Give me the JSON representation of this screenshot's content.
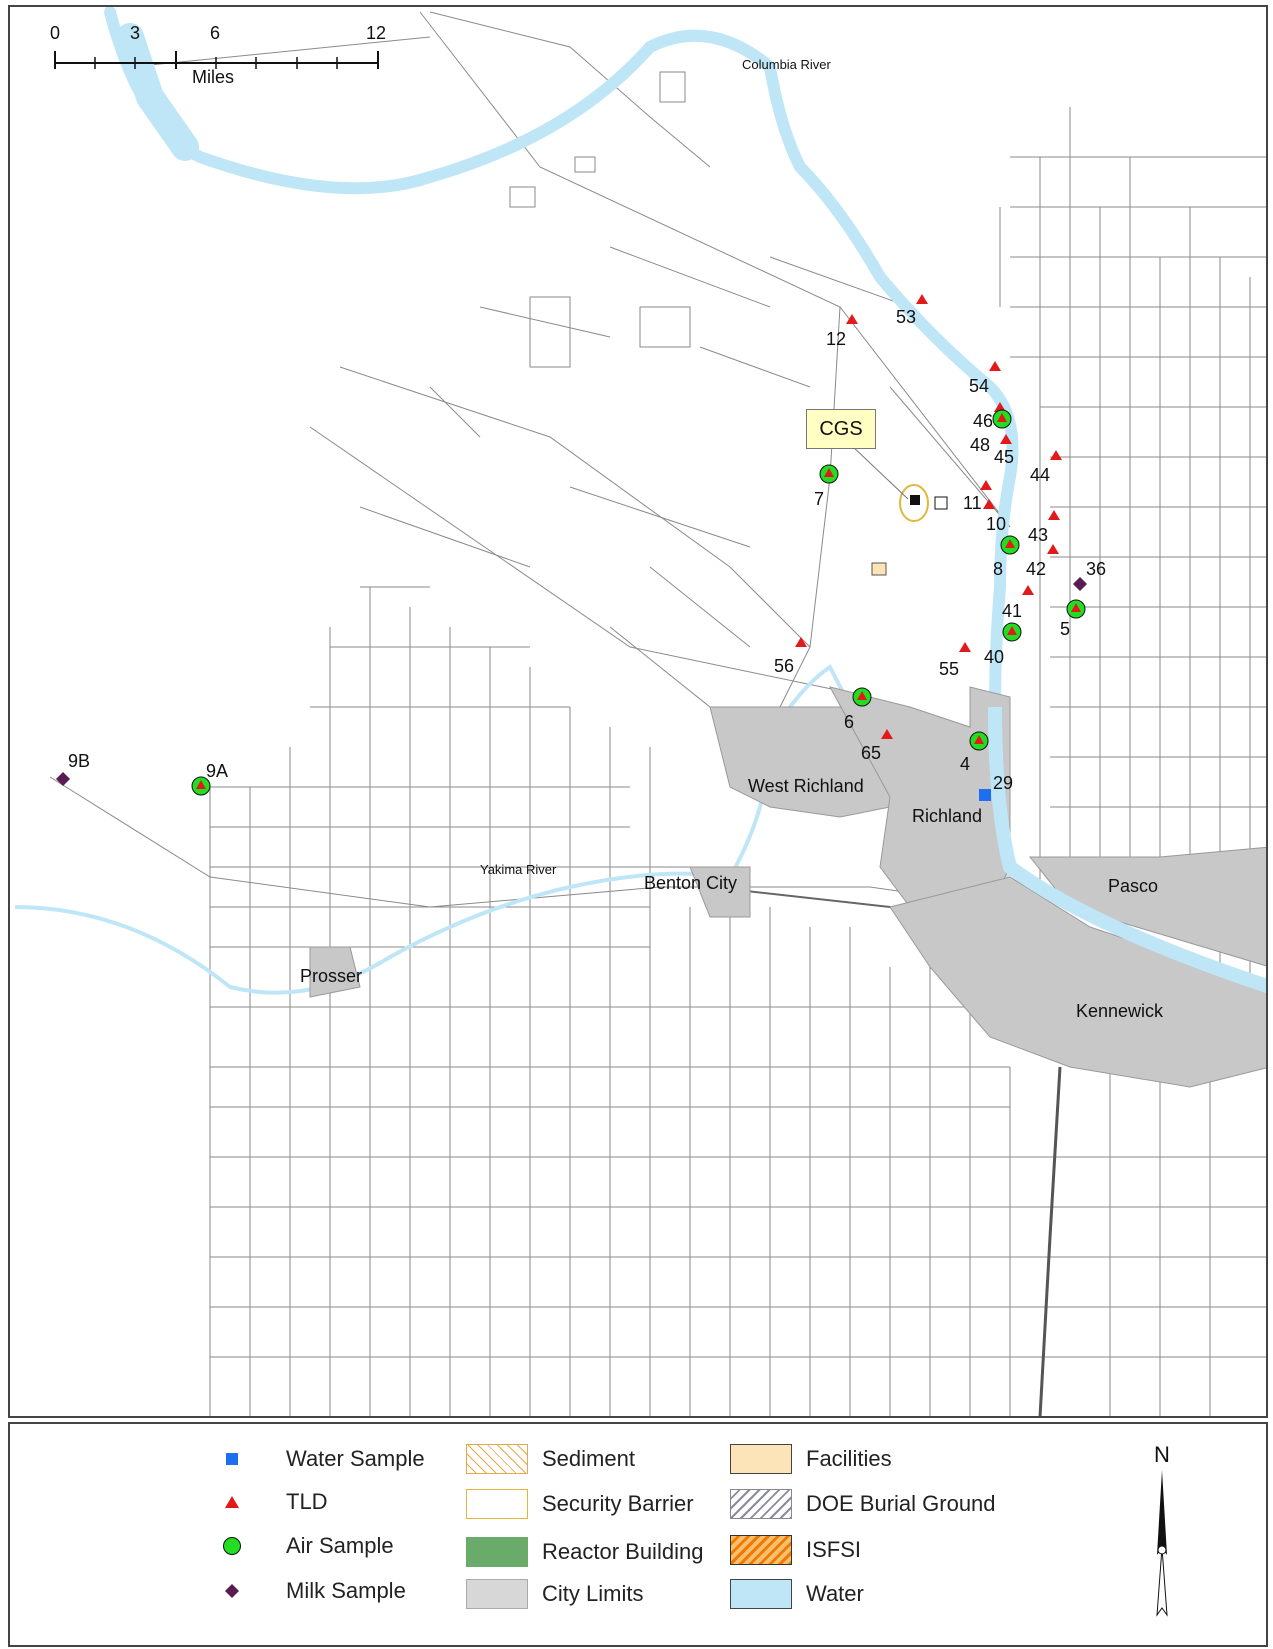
{
  "scale_bar": {
    "ticks": [
      "0",
      "3",
      "6",
      "12"
    ],
    "unit": "Miles"
  },
  "callout": {
    "label": "CGS"
  },
  "rivers": [
    "Columbia River",
    "Yakima River"
  ],
  "cities": [
    "West Richland",
    "Richland",
    "Benton City",
    "Pasco",
    "Prosser",
    "Kennewick"
  ],
  "stations": {
    "tld": [
      "53",
      "12",
      "54",
      "46",
      "48",
      "45",
      "44",
      "11",
      "10",
      "43",
      "42",
      "41",
      "55",
      "56",
      "65",
      "29"
    ],
    "air": [
      "7",
      "8",
      "5",
      "40",
      "6",
      "4",
      "9A"
    ],
    "milk": [
      "36",
      "9B"
    ],
    "water": []
  },
  "legend": {
    "water_sample": "Water Sample",
    "tld": "TLD",
    "air_sample": "Air Sample",
    "milk_sample": "Milk Sample",
    "sediment": "Sediment",
    "security_barrier": "Security Barrier",
    "reactor_building": "Reactor Building",
    "city_limits": "City Limits",
    "facilities": "Facilities",
    "doe_burial_ground": "DOE Burial Ground",
    "isfsi": "ISFSI",
    "water": "Water"
  },
  "north_label": "N",
  "colors": {
    "water": "#bfe6f7",
    "city": "#c8c8c8",
    "road": "#8a8a8a",
    "tld": "#e31a1c",
    "air": "#22dd22",
    "milk": "#5a1a52",
    "water_sample": "#1e6ff0",
    "reactor": "#6aaa6a",
    "facilities": "#fde4b8",
    "sediment": "#e8a84a",
    "barrier": "#e0b840",
    "isfsi": "#f07a00"
  }
}
